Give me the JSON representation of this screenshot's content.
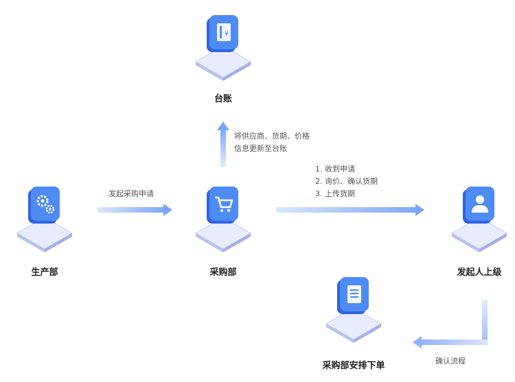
{
  "nodes": {
    "ledger": {
      "label": "台账",
      "icon": "ledger-book-icon"
    },
    "production": {
      "label": "生产部",
      "icon": "gears-icon"
    },
    "purchasing": {
      "label": "采购部",
      "icon": "shopping-cart-icon"
    },
    "supervisor": {
      "label": "发起人上级",
      "icon": "person-icon"
    },
    "order": {
      "label": "采购部安排下单",
      "icon": "document-icon"
    }
  },
  "edges": {
    "production_to_purchasing": "发起采购申请",
    "purchasing_to_ledger": [
      "将供应商、货期、价格",
      "信息更新至台账"
    ],
    "purchasing_to_supervisor": [
      "1. 收到申请",
      "2. 询价、确认货期",
      "3. 上传货期"
    ],
    "supervisor_to_order": "确认流程"
  },
  "colors": {
    "tile_top": "#4f8bf5",
    "tile_bottom": "#2f63e0",
    "platform_top": "#eef1ff",
    "platform_side": "#b8bff0",
    "arrow": "#7da7f5"
  }
}
